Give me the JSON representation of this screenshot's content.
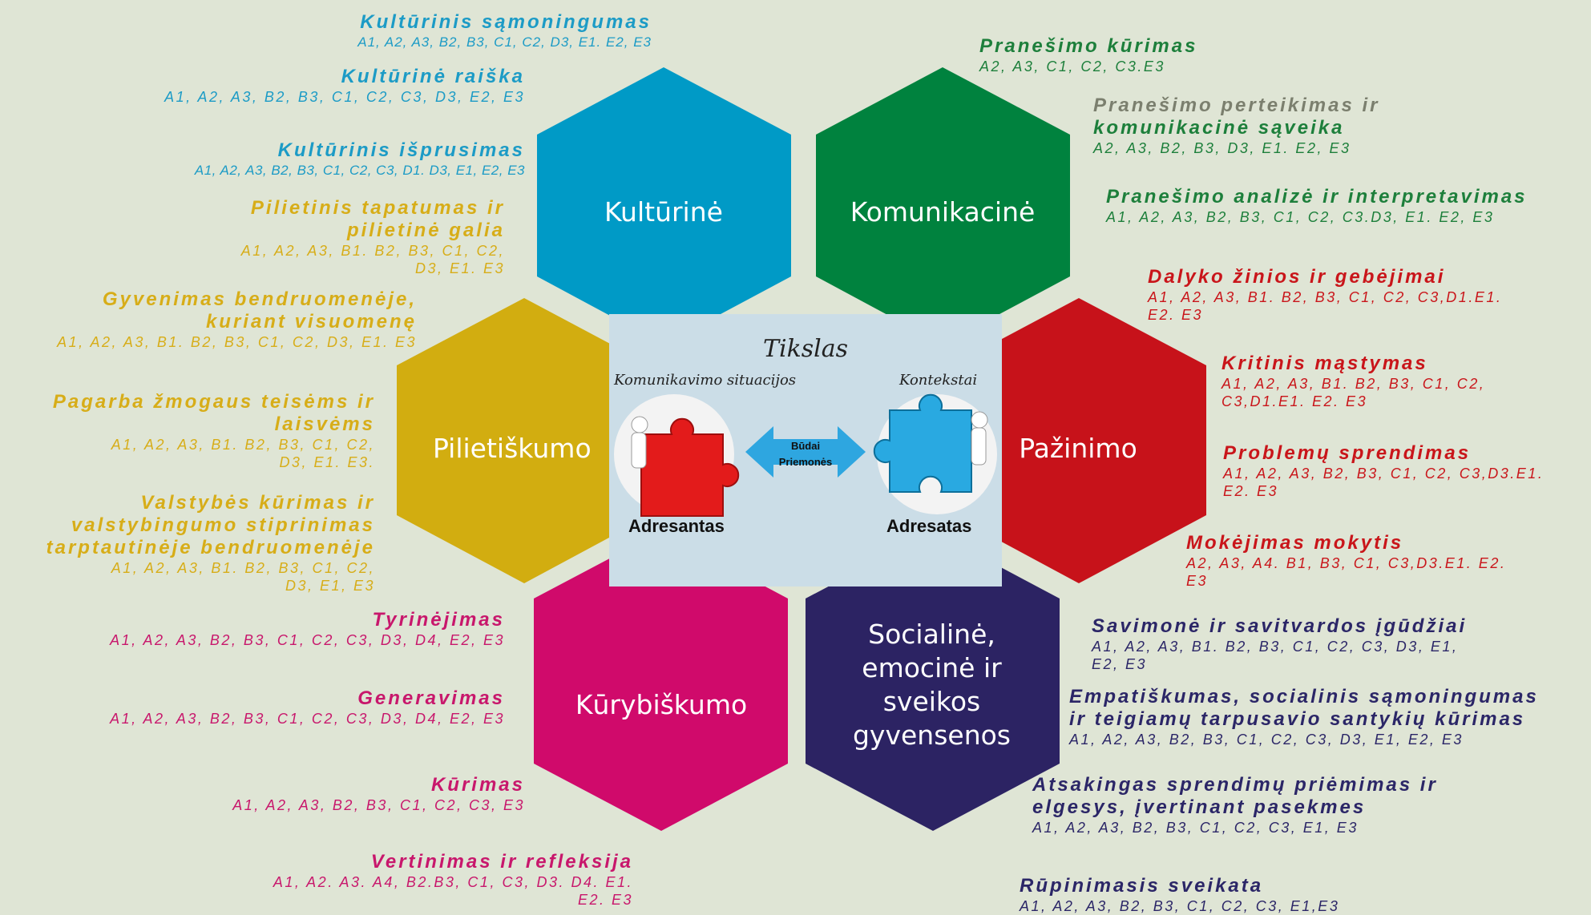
{
  "hexagons": {
    "kulturine": {
      "label": "Kultūrinė",
      "color": "#009ac6"
    },
    "komunikacine": {
      "label": "Komunikacinė",
      "color": "#00823e"
    },
    "pilietiskumo": {
      "label": "Pilietiškumo",
      "color": "#d2ad10"
    },
    "pazinimo": {
      "label": "Pažinimo",
      "color": "#c7121a"
    },
    "kurybiskumo": {
      "label": "Kūrybiškumo",
      "color": "#d00a6b"
    },
    "socialine": {
      "label": "Socialinė, emocinė ir sveikos gyvensenos",
      "color": "#2c2363"
    }
  },
  "center": {
    "goal": "Tikslas",
    "situations": "Komunikavimo situacijos",
    "contexts": "Kontekstai",
    "sender": "Adresantas",
    "receiver": "Adresatas",
    "arrow_line1": "Būdai",
    "arrow_line2": "Priemonės"
  },
  "blocks": {
    "cu1": {
      "title": "Kultūrinis sąmoningumas",
      "codes": "A1, A2, A3, B2, B3, C1, C2, D3, E1. E2, E3"
    },
    "cu2": {
      "title": "Kultūrinė raiška",
      "codes": "A1, A2, A3, B2, B3, C1, C2, C3, D3, E2, E3"
    },
    "cu3": {
      "title": "Kultūrinis išprusimas",
      "codes": "A1, A2, A3, B2, B3, C1, C2, C3, D1. D3, E1, E2, E3"
    },
    "ko1": {
      "title": "Pranešimo kūrimas",
      "codes": "A2, A3, C1, C2, C3.E3"
    },
    "ko2": {
      "title_line1": "Pranešimo perteikimas ir",
      "title_line2": "komunikacinė sąveika",
      "codes": "A2, A3, B2, B3, D3, E1. E2, E3"
    },
    "ko3": {
      "title": "Pranešimo analizė ir interpretavimas",
      "codes": "A1, A2, A3, B2, B3, C1, C2, C3.D3, E1. E2, E3"
    },
    "pa1": {
      "title": "Dalyko žinios ir gebėjimai",
      "codes_line1": "A1, A2, A3, B1. B2, B3, C1, C2, C3,D1.E1.",
      "codes_line2": "E2. E3"
    },
    "pa2": {
      "title": "Kritinis mąstymas",
      "codes_line1": "A1, A2, A3, B1. B2, B3, C1, C2,",
      "codes_line2": "C3,D1.E1. E2. E3"
    },
    "pa3": {
      "title": "Problemų sprendimas",
      "codes_line1": "A1, A2, A3, B2, B3, C1, C2, C3,D3.E1.",
      "codes_line2": "E2. E3"
    },
    "pa4": {
      "title": "Mokėjimas mokytis",
      "codes_line1": "A2, A3, A4. B1, B3, C1, C3,D3.E1. E2.",
      "codes_line2": "E3"
    },
    "pi1": {
      "title_line1": "Pilietinis tapatumas ir",
      "title_line2": "pilietinė galia",
      "codes_line1": "A1, A2, A3, B1. B2, B3, C1, C2,",
      "codes_line2": "D3, E1. E3"
    },
    "pi2": {
      "title_line1": "Gyvenimas bendruomenėje,",
      "title_line2": "kuriant visuomenę",
      "codes": "A1, A2, A3, B1. B2, B3, C1, C2, D3, E1. E3"
    },
    "pi3": {
      "title_line1": "Pagarba žmogaus teisėms ir",
      "title_line2": "laisvėms",
      "codes_line1": "A1, A2, A3, B1. B2, B3, C1, C2,",
      "codes_line2": "D3, E1. E3."
    },
    "pi4": {
      "title_line1": "Valstybės kūrimas ir",
      "title_line2": "valstybingumo stiprinimas",
      "title_line3": "tarptautinėje bendruomenėje",
      "codes_line1": "A1, A2, A3, B1. B2, B3, C1, C2,",
      "codes_line2": "D3, E1, E3"
    },
    "ku1": {
      "title": "Tyrinėjimas",
      "codes": "A1, A2, A3, B2, B3, C1, C2, C3, D3, D4, E2, E3"
    },
    "ku2": {
      "title": "Generavimas",
      "codes": "A1, A2, A3, B2, B3, C1, C2, C3, D3, D4, E2, E3"
    },
    "ku3": {
      "title": "Kūrimas",
      "codes": "A1, A2, A3, B2, B3, C1, C2, C3, E3"
    },
    "ku4": {
      "title": "Vertinimas ir refleksija",
      "codes_line1": "A1, A2. A3. A4, B2.B3, C1, C3, D3. D4. E1.",
      "codes_line2": "E2. E3"
    },
    "so1": {
      "title": "Savimonė ir savitvardos įgūdžiai",
      "codes_line1": "A1, A2, A3, B1. B2, B3, C1, C2, C3, D3, E1,",
      "codes_line2": "E2, E3"
    },
    "so2": {
      "title_line1": "Empatiškumas, socialinis sąmoningumas",
      "title_line2": "ir teigiamų tarpusavio santykių kūrimas",
      "codes": "A1, A2, A3, B2, B3, C1, C2, C3, D3, E1, E2, E3"
    },
    "so3": {
      "title_line1": "Atsakingas sprendimų priėmimas ir",
      "title_line2": "elgesys, įvertinant pasekmes",
      "codes": "A1, A2, A3, B2, B3, C1, C2, C3, E1, E3"
    },
    "so4": {
      "title": "Rūpinimasis sveikata",
      "codes": "A1, A2, A3, B2, B3, C1, C2, C3, E1,E3"
    }
  }
}
